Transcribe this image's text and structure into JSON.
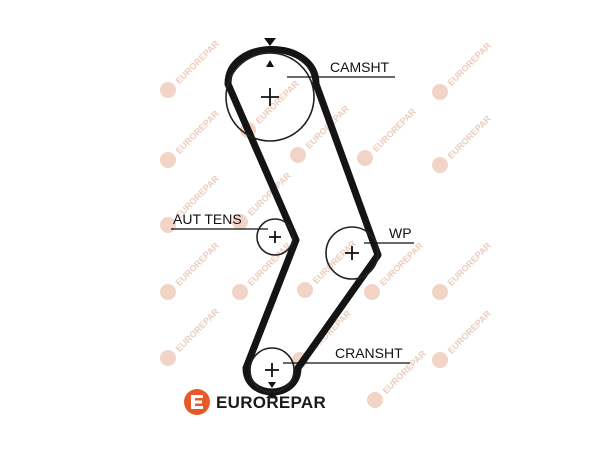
{
  "labels": {
    "camshaft": "CAMSHT",
    "tensioner": "AUT TENS",
    "water_pump": "WP",
    "crankshaft": "CRANSHT"
  },
  "brand": {
    "name": "EUROREPAR",
    "watermark_text": "EUROREPAR",
    "logo_color": "#e8592a",
    "watermark_color": "#d9a58a"
  },
  "diagram": {
    "belt_color": "#141414",
    "pulley_color": "#222222",
    "marks": [
      "timing-mark-top",
      "timing-mark-bottom"
    ]
  }
}
